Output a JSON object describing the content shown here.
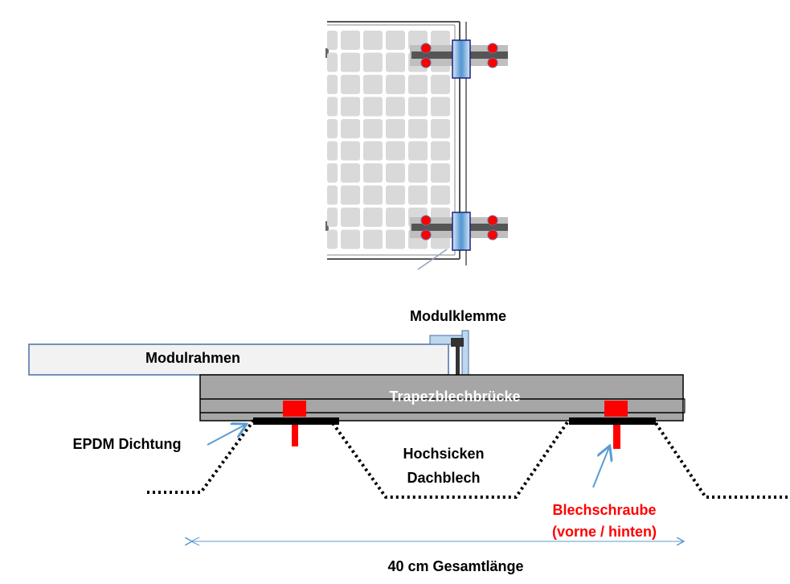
{
  "labels": {
    "clamp": "Modulklemme",
    "frame": "Modulrahmen",
    "bridge": "Trapezblechbrücke",
    "gasket": "EPDM Dichtung",
    "roof_line1": "Hochsicken",
    "roof_line2": "Dachblech",
    "screw_line1": "Blechschraube",
    "screw_line2": "(vorne / hinten)",
    "dimension": "40 cm Gesamtlänge"
  },
  "colors": {
    "screw": "#ff0000",
    "arrow": "#5b9bd5",
    "bridge": "#a6a6a6",
    "frame_stroke": "#4a6fa5",
    "clamp": "#bdd7ee",
    "cell": "#d9d9d9"
  }
}
